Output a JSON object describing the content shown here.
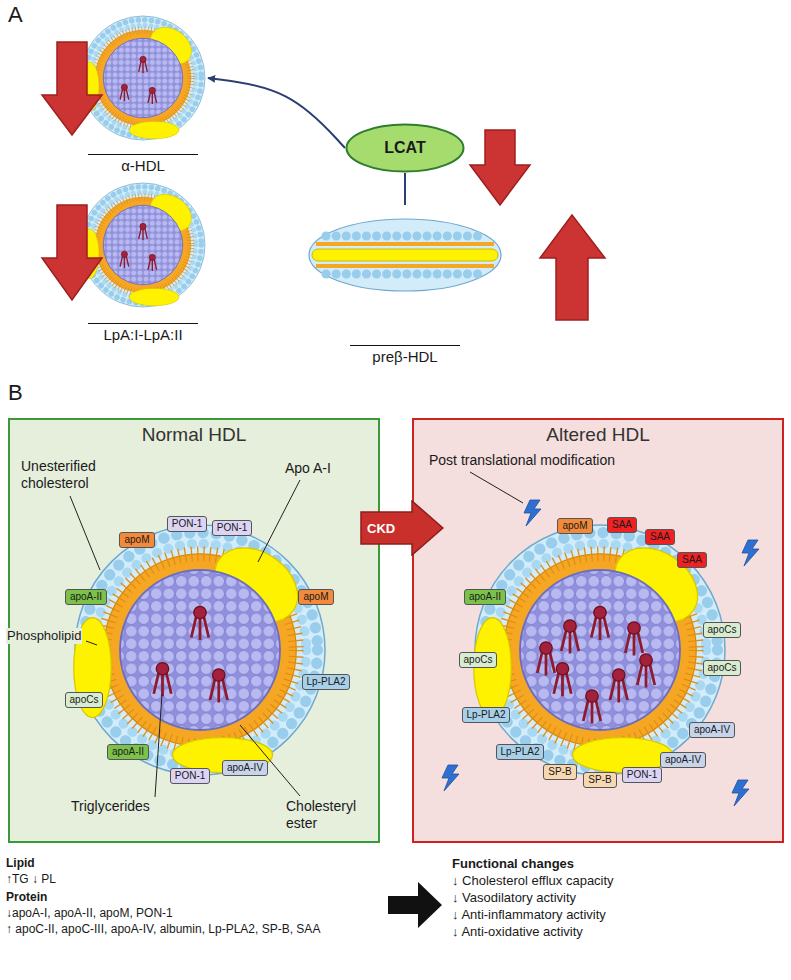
{
  "diagram": {
    "nodes": [
      {
        "text": [
          "α-HDL"
        ]
      },
      {
        "text": [
          "LpA:I-LpA:II"
        ]
      },
      {
        "text": [
          "LCAT"
        ]
      },
      {
        "text": [
          "preβ-HDL"
        ]
      },
      {
        "text": [
          "Normal HDL"
        ]
      },
      {
        "text": [
          "apoM"
        ],
        "in": 4
      },
      {
        "text": [
          "PON-1"
        ],
        "in": 4
      },
      {
        "text": [
          "PON-1"
        ],
        "in": 4
      },
      {
        "text": [
          "apoA-II"
        ],
        "in": 4
      },
      {
        "text": [
          "apoCs"
        ],
        "in": 4
      },
      {
        "text": [
          "apoA-II"
        ],
        "in": 4
      },
      {
        "text": [
          "PON-1"
        ],
        "in": 4
      },
      {
        "text": [
          "apoA-IV"
        ],
        "in": 4
      },
      {
        "text": [
          "Lp-PLA2"
        ],
        "in": 4
      },
      {
        "text": [
          "apoM"
        ],
        "in": 4
      },
      {
        "text": [
          "CKD"
        ]
      },
      {
        "text": [
          "Altered HDL"
        ]
      },
      {
        "text": [
          "apoM"
        ],
        "in": 16
      },
      {
        "text": [
          "SAA"
        ],
        "in": 16
      },
      {
        "text": [
          "SAA"
        ],
        "in": 16
      },
      {
        "text": [
          "SAA"
        ],
        "in": 16
      },
      {
        "text": [
          "apoA-II"
        ],
        "in": 16
      },
      {
        "text": [
          "apoCs"
        ],
        "in": 16
      },
      {
        "text": [
          "Lp-PLA2"
        ],
        "in": 16
      },
      {
        "text": [
          "Lp-PLA2"
        ],
        "in": 16
      },
      {
        "text": [
          "SP-B"
        ],
        "in": 16
      },
      {
        "text": [
          "SP-B"
        ],
        "in": 16
      },
      {
        "text": [
          "PON-1"
        ],
        "in": 16
      },
      {
        "text": [
          "apoA-IV"
        ],
        "in": 16
      },
      {
        "text": [
          "apoA-IV"
        ],
        "in": 16
      },
      {
        "text": [
          "apoCs"
        ],
        "in": 16
      },
      {
        "text": [
          "apoCs"
        ],
        "in": 16
      }
    ],
    "edges": [
      {
        "from": 3,
        "to": 2,
        "arrow": "none"
      },
      {
        "from": 2,
        "to": 0,
        "arrow": "to"
      }
    ],
    "labels": [
      "A",
      "B",
      "Unesterified cholesterol",
      "Apo A-I",
      "Phospholipid",
      "Triglycerides",
      "Cholesteryl ester",
      "Post translational modification",
      "Lipid",
      "↑TG ↓ PL",
      "Protein",
      "↓apoA-I, apoA-II, apoM, PON-1",
      "↑ apoC-II, apoC-III, apoA-IV, albumin, Lp-PLA2, SP-B, SAA",
      "Functional changes",
      "↓ Cholesterol efflux capacity",
      "↓ Vasodilatory activity",
      "↓ Anti-inflammatory activity",
      "↓ Anti-oxidative activity"
    ]
  }
}
